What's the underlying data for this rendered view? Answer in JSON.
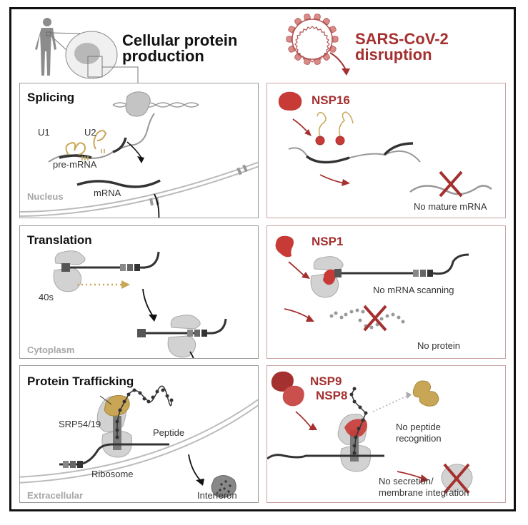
{
  "header": {
    "left_title_line1": "Cellular protein",
    "left_title_line2": "production",
    "right_title_line1": "SARS-CoV-2",
    "right_title_line2": "disruption"
  },
  "colors": {
    "virus_red": "#a4302f",
    "protein_red": "#c73a36",
    "gold": "#c9a656",
    "gray": "#c9c9c9",
    "dark": "#333333"
  },
  "splicing": {
    "title": "Splicing",
    "labels": {
      "u1": "U1",
      "u2": "U2",
      "pre_mrna": "pre-mRNA",
      "mrna": "mRNA"
    },
    "location": "Nucleus"
  },
  "translation": {
    "title": "Translation",
    "labels": {
      "subunit": "40s"
    },
    "location": "Cytoplasm"
  },
  "trafficking": {
    "title": "Protein Trafficking",
    "labels": {
      "srp": "SRP54/19",
      "peptide": "Peptide",
      "ribosome": "Ribosome",
      "interferon": "Interferon"
    },
    "location": "Extracellular"
  },
  "disruption_splicing": {
    "protein": "NSP16",
    "outcome": "No mature mRNA"
  },
  "disruption_translation": {
    "protein": "NSP1",
    "outcome1": "No mRNA scanning",
    "outcome2": "No protein"
  },
  "disruption_trafficking": {
    "protein1": "NSP9",
    "protein2": "NSP8",
    "outcome1_line1": "No peptide",
    "outcome1_line2": "recognition",
    "outcome2_line1": "No secretion/",
    "outcome2_line2": "membrane integration"
  }
}
